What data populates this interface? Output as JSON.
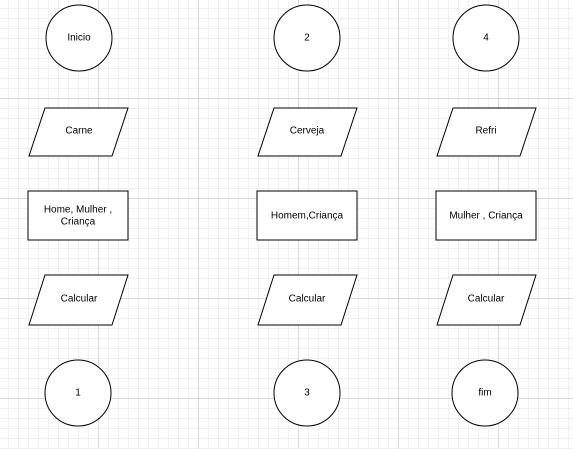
{
  "colors": {
    "stroke": "#000000",
    "fill": "#ffffff",
    "text": "#000000"
  },
  "nodes": {
    "inicio": "Inicio",
    "carne": "Carne",
    "home_mulher_line1": "Home, Mulher ,",
    "home_mulher_line2": "Criança",
    "calcular_1": "Calcular",
    "conector_1": "1",
    "conector_2": "2",
    "cerveja": "Cerveja",
    "homem_crianca": "Homem,Criança",
    "calcular_2": "Calcular",
    "conector_3": "3",
    "conector_4": "4",
    "refri": "Refri",
    "mulher_crianca": "Mulher , Criança",
    "calcular_3": "Calcular",
    "fim": "fim"
  }
}
